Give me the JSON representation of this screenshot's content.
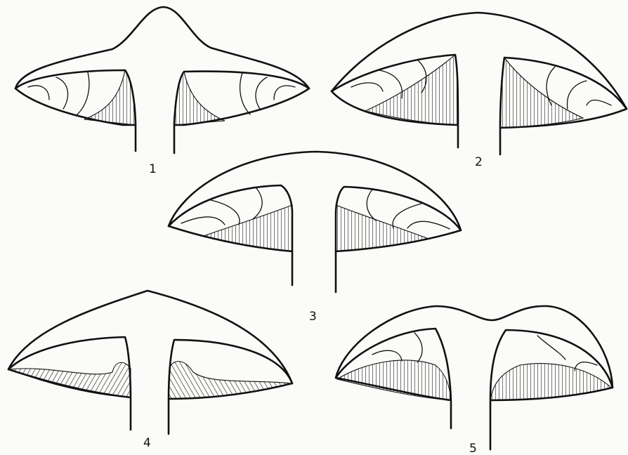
{
  "figure": {
    "labels": [
      "1",
      "2",
      "3",
      "4",
      "5"
    ]
  },
  "colors": {
    "ink": "#111111",
    "paper": "#fbfbf9"
  }
}
